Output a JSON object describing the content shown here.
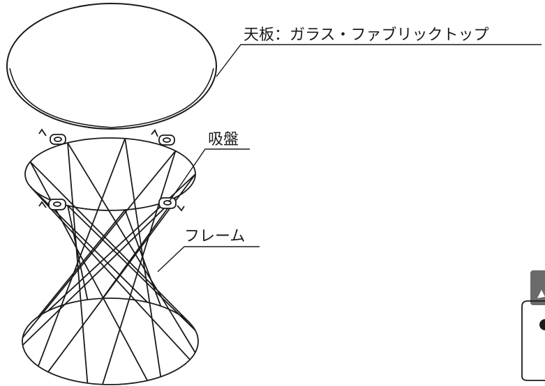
{
  "labels": {
    "top": "天板：ガラス・ファブリックトップ",
    "suction": "吸盤",
    "frame": "フレーム"
  },
  "colors": {
    "line": "#1a1a1a",
    "warning_tab": "#6b6b6b"
  },
  "icons": {
    "warning": "warning-triangle-icon",
    "bullet": "bullet-icon"
  }
}
